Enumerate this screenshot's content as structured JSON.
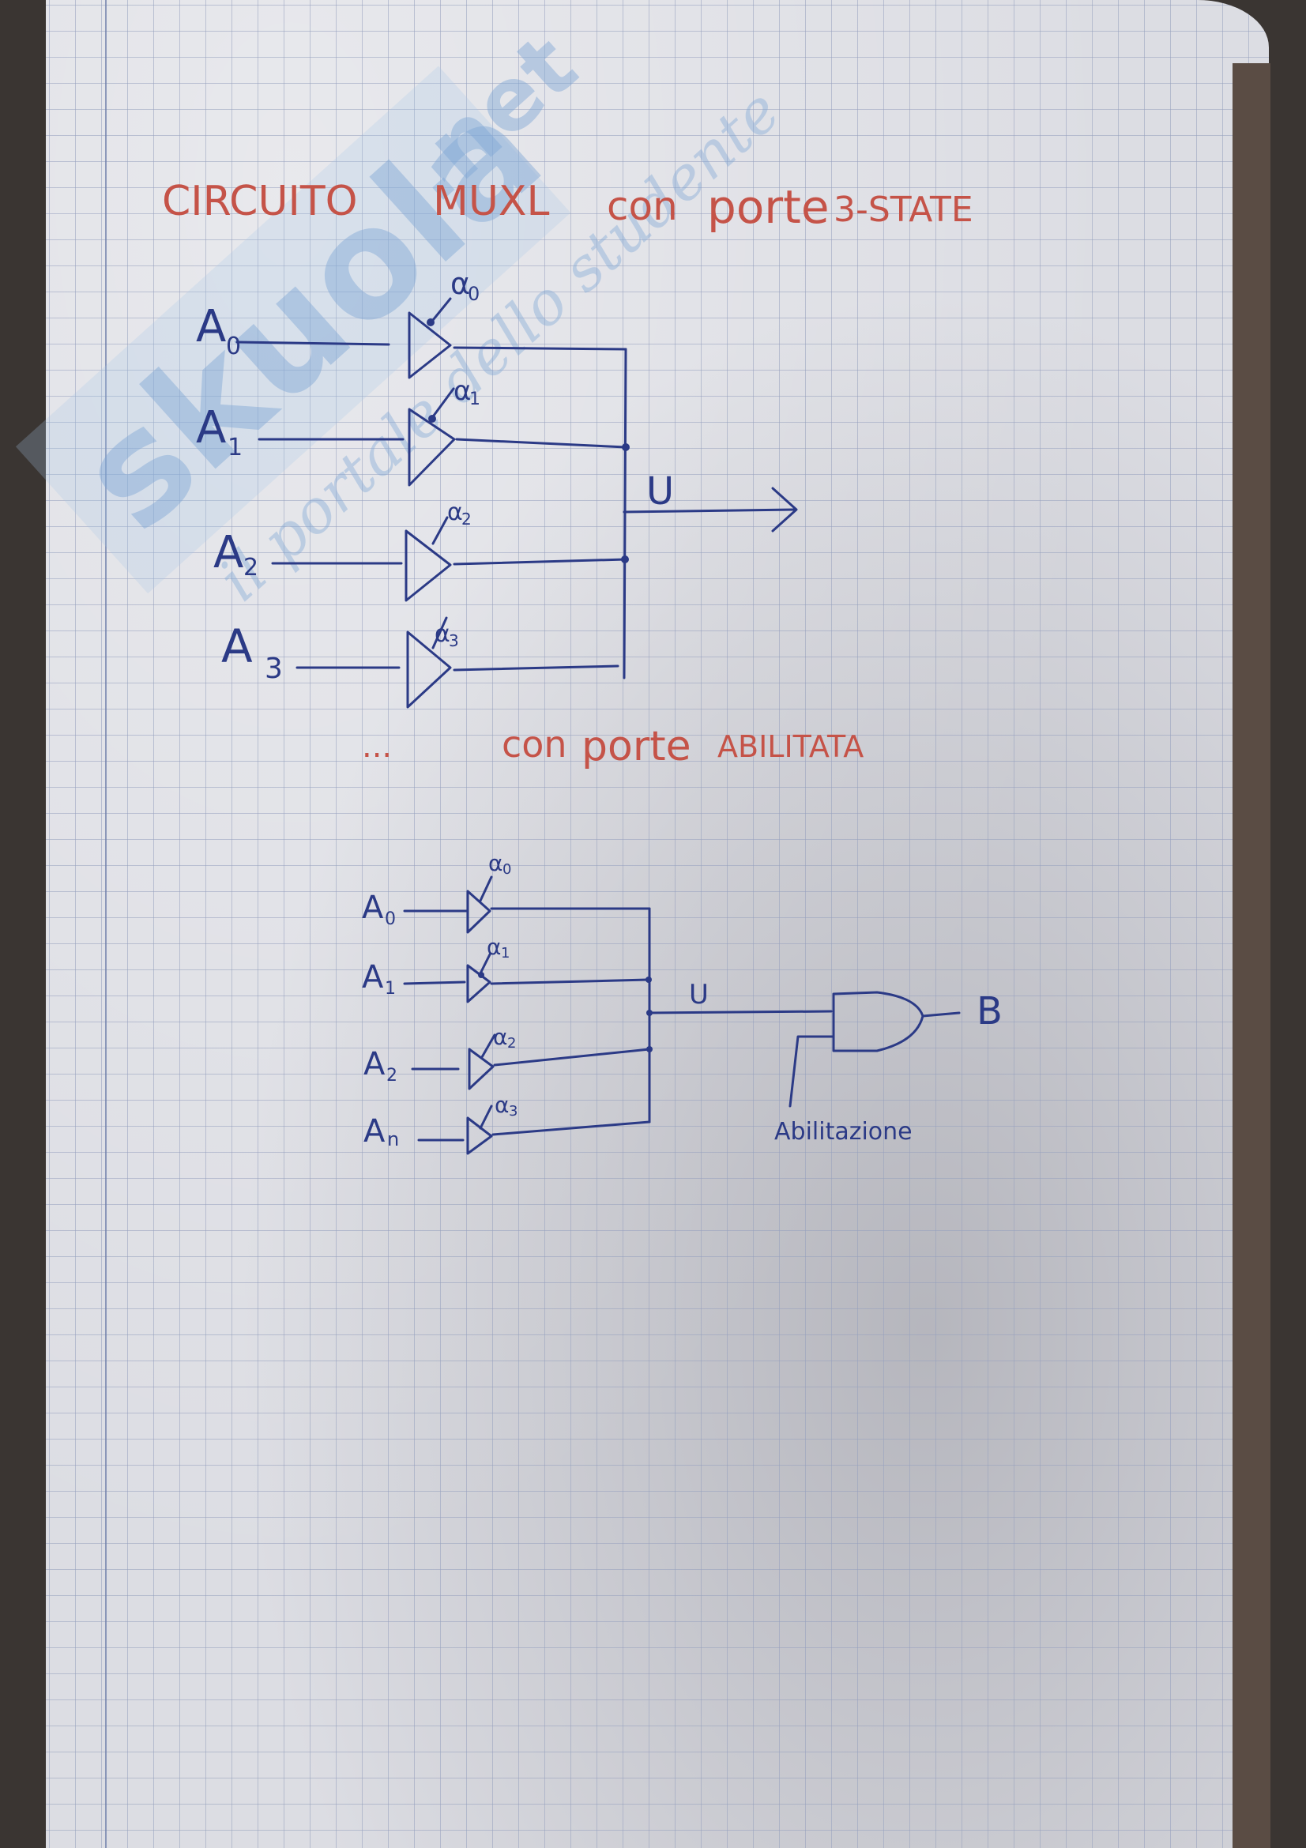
{
  "title_part1": "CIRCUITO",
  "title_part2": "MUXL",
  "title_part3": "con",
  "title_part4": "porte",
  "title_part5": "3-STATE",
  "circuit1": {
    "inputs": [
      "A",
      "A",
      "A",
      "A"
    ],
    "input_subs": [
      "0",
      "1",
      "2",
      "3"
    ],
    "enables": [
      "α",
      "α",
      "α",
      "α"
    ],
    "enable_subs": [
      "0",
      "1",
      "2",
      "3"
    ],
    "output": "U"
  },
  "subtitle_part1": "...",
  "subtitle_part2": "con",
  "subtitle_part3": "porte",
  "subtitle_part4": "ABILITATA",
  "circuit2": {
    "inputs": [
      "A",
      "A",
      "A",
      "A"
    ],
    "input_subs": [
      "0",
      "1",
      "2",
      "n"
    ],
    "enables": [
      "α",
      "α",
      "α",
      "α"
    ],
    "enable_subs": [
      "0",
      "1",
      "2",
      "3"
    ],
    "bus_label": "U",
    "output": "B",
    "enable_label": "Abilitazione"
  },
  "watermark": {
    "brand": "skuola",
    "tld": ".net",
    "tagline": "il portale dello studente"
  },
  "colors": {
    "red_ink": "#c55348",
    "blue_ink": "#2b3a86",
    "paper": "#dcdde3",
    "watermark": "#7fa7d6"
  }
}
